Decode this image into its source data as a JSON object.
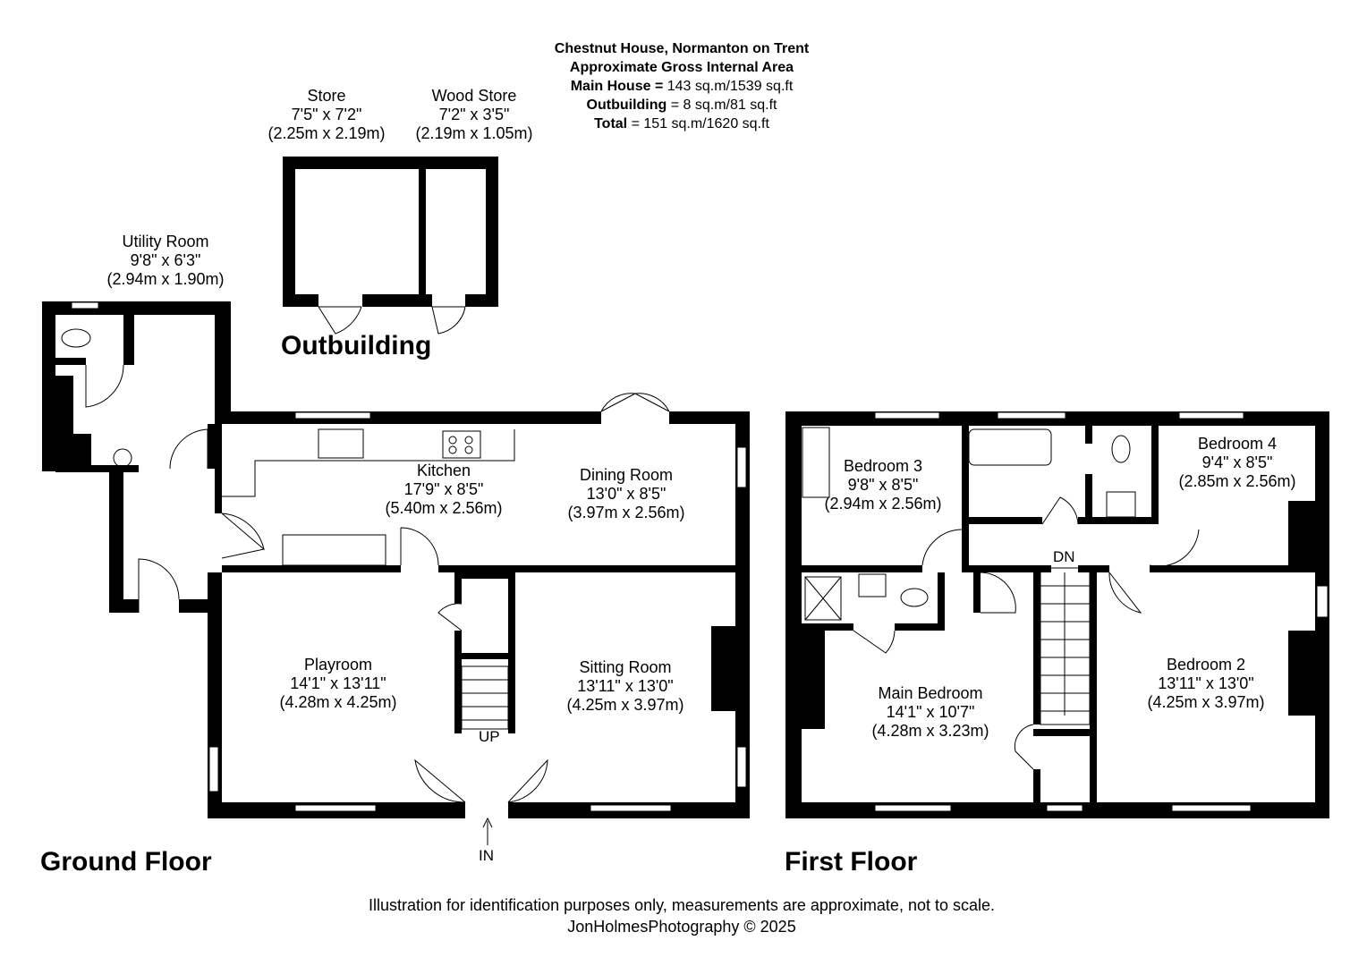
{
  "header": {
    "title": "Chestnut House, Normanton on Trent",
    "subtitle": "Approximate Gross Internal Area",
    "main_house_label": "Main House =",
    "main_house_value": "143 sq.m/1539 sq.ft",
    "outbuilding_label": "Outbuilding",
    "outbuilding_value": "= 8 sq.m/81 sq.ft",
    "total_label": "Total",
    "total_value": "= 151 sq.m/1620 sq.ft"
  },
  "floors": {
    "outbuilding": "Outbuilding",
    "ground": "Ground Floor",
    "first": "First Floor"
  },
  "rooms": {
    "store": {
      "name": "Store",
      "imperial": "7'5\" x 7'2\"",
      "metric": "(2.25m x 2.19m)"
    },
    "wood_store": {
      "name": "Wood Store",
      "imperial": "7'2\" x 3'5\"",
      "metric": "(2.19m x 1.05m)"
    },
    "utility": {
      "name": "Utility Room",
      "imperial": "9'8\" x 6'3\"",
      "metric": "(2.94m x 1.90m)"
    },
    "kitchen": {
      "name": "Kitchen",
      "imperial": "17'9\" x 8'5\"",
      "metric": "(5.40m x 2.56m)"
    },
    "dining": {
      "name": "Dining Room",
      "imperial": "13'0\" x 8'5\"",
      "metric": "(3.97m x 2.56m)"
    },
    "playroom": {
      "name": "Playroom",
      "imperial": "14'1\" x 13'11\"",
      "metric": "(4.28m x 4.25m)"
    },
    "sitting": {
      "name": "Sitting Room",
      "imperial": "13'11\" x 13'0\"",
      "metric": "(4.25m x 3.97m)"
    },
    "bedroom3": {
      "name": "Bedroom 3",
      "imperial": "9'8\" x 8'5\"",
      "metric": "(2.94m x 2.56m)"
    },
    "bedroom4": {
      "name": "Bedroom 4",
      "imperial": "9'4\" x 8'5\"",
      "metric": "(2.85m x 2.56m)"
    },
    "main_bedroom": {
      "name": "Main Bedroom",
      "imperial": "14'1\" x 10'7\"",
      "metric": "(4.28m x 3.23m)"
    },
    "bedroom2": {
      "name": "Bedroom 2",
      "imperial": "13'11\" x 13'0\"",
      "metric": "(4.25m x 3.97m)"
    }
  },
  "markers": {
    "up": "UP",
    "dn": "DN",
    "in": "IN"
  },
  "footer": {
    "disclaimer": "Illustration for identification purposes only, measurements are approximate, not to scale.",
    "credit": "JonHolmesPhotography © 2025"
  }
}
